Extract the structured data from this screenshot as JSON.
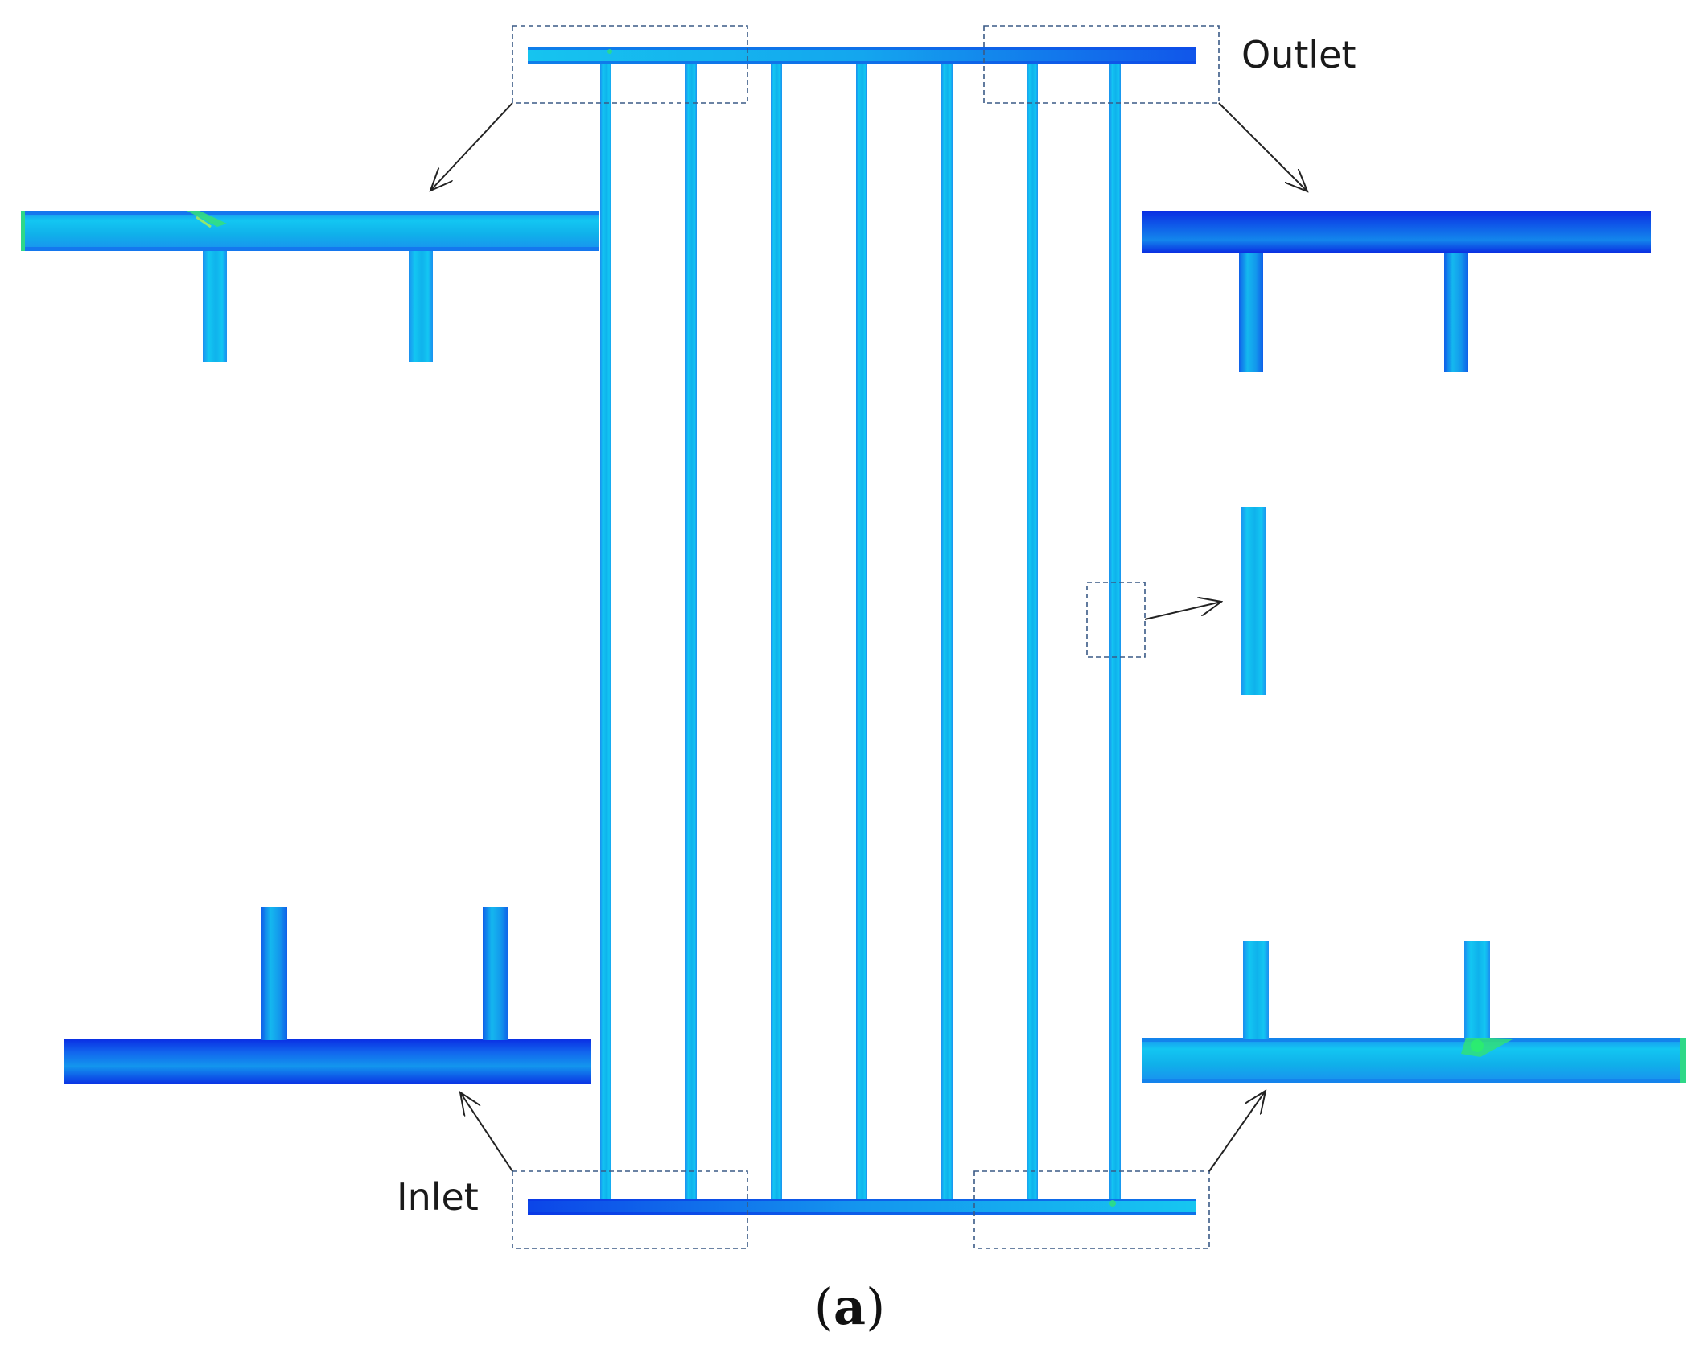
{
  "figure": {
    "labels": {
      "outlet": "Outlet",
      "inlet": "Inlet"
    },
    "caption": {
      "open": "(",
      "letter": "a",
      "close": ")"
    },
    "colors": {
      "pipe_cyan": "#12c0ee",
      "pipe_blue": "#1472f0",
      "pipe_deep": "#0a3ce8",
      "highlight_green": "#30e07a",
      "annotation": "#3a5a86",
      "arrow": "#222222"
    },
    "parallel_channel_count": 7
  }
}
